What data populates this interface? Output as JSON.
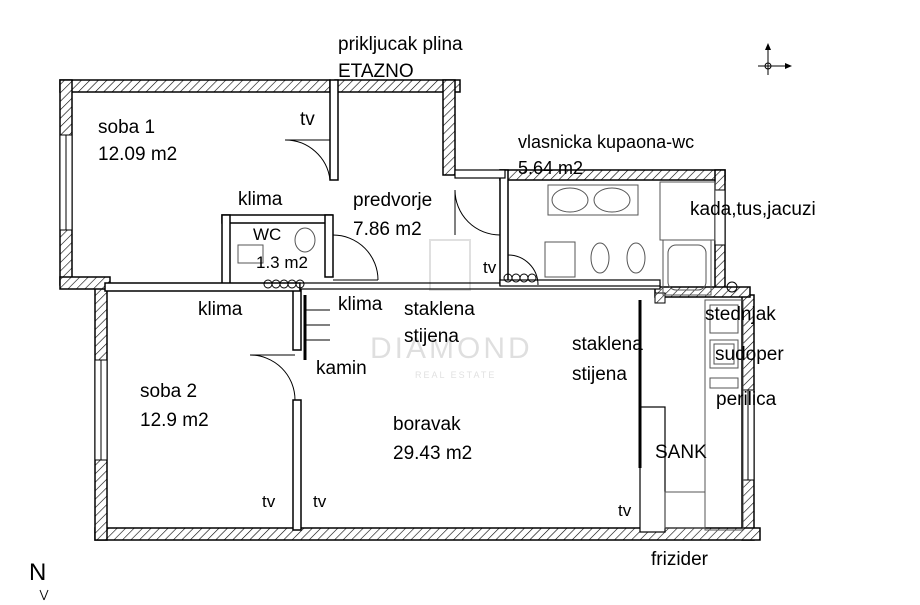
{
  "labels": {
    "gas_connection_line1": "prikljucak plina",
    "gas_connection_line2": "ETAZNO",
    "room1_name": "soba 1",
    "room1_area": "12.09 m2",
    "hallway_name": "predvorje",
    "hallway_area": "7.86 m2",
    "bath_name": "vlasnicka kupaona-wc",
    "bath_area": "5.64 m2",
    "bath_fixture": "kada,tus,jacuzi",
    "wc_name": "WC",
    "wc_area": "1.3 m2",
    "ac_room1": "klima",
    "ac_room2": "klima",
    "ac_living": "klima",
    "glass_wall_1_line1": "staklena",
    "glass_wall_1_line2": "stijena",
    "glass_wall_2_line1": "staklena",
    "glass_wall_2_line2": "stijena",
    "fireplace": "kamin",
    "room2_name": "soba 2",
    "room2_area": "12.9 m2",
    "living_name": "boravak",
    "living_area": "29.43 m2",
    "stove": "stednjak",
    "sink": "sudoper",
    "washer": "perilica",
    "bar": "SANK",
    "fridge": "frizider",
    "tv_room1": "tv",
    "tv_hallway": "tv",
    "tv_room2": "tv",
    "tv_living_left": "tv",
    "tv_living_right": "tv",
    "north_letter": "N"
  },
  "watermark": {
    "brand": "DIAMOND",
    "tagline": "REAL ESTATE"
  }
}
